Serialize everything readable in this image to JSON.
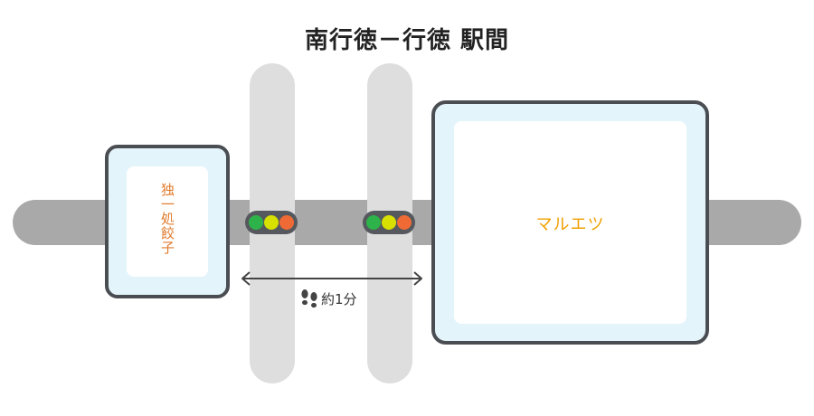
{
  "title": "南行徳－行徳 駅間",
  "shops": {
    "gyoza": {
      "label": "独一処餃子"
    },
    "maruetsu": {
      "label": "マルエツ"
    }
  },
  "walk": {
    "label": "約1分"
  },
  "icons": {
    "feet": "footprints-icon",
    "arrow": "double-arrow-icon"
  },
  "colors": {
    "road_main": "#a9a9a9",
    "road_cross": "#dedede",
    "shop_border": "#4a4e53",
    "shop_fill": "#e4f4fb",
    "gyoza_text": "#e07b2c",
    "maruetsu_text": "#f0a000",
    "signal_green": "#2eb34a",
    "signal_yellow": "#d8e000",
    "signal_red": "#f06a35"
  }
}
